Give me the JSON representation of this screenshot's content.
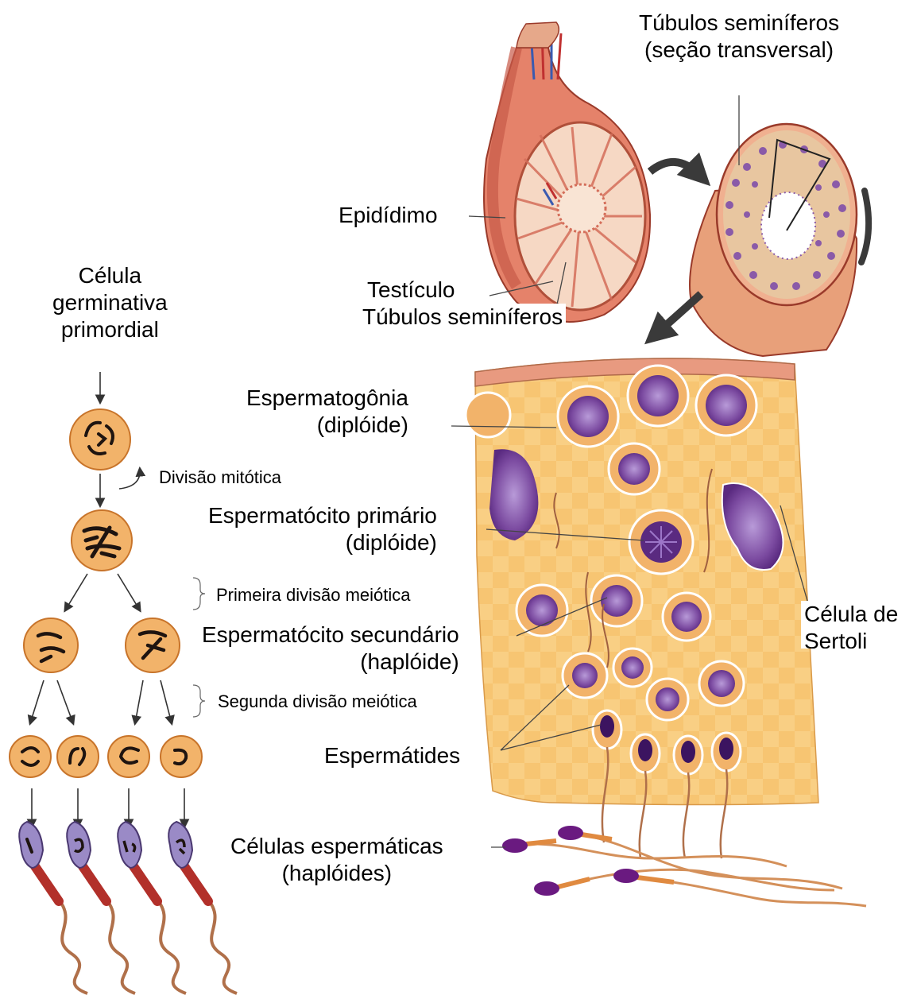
{
  "colors": {
    "cell_fill": "#f2b36a",
    "cell_edge": "#c8742a",
    "chromosome": "#1e1410",
    "nucleus": "#7b4aa0",
    "nucleus_dark": "#3c1460",
    "tissue": "#f7c572",
    "tissue_edge": "#d99a4a",
    "testis": "#e5826a",
    "tube": "#e8a07a",
    "arrow": "#333333",
    "tail": "#b0704a",
    "midpiece": "#b2302a",
    "sperm_head": "#9a8ac6",
    "line": "#444444"
  },
  "left_column": {
    "title_line1": "Célula",
    "title_line2": "germinativa",
    "title_line3": "primordial",
    "mitotic": "Divisão mitótica",
    "meiosis1": "Primeira divisão meiótica",
    "meiosis2": "Segunda divisão meiótica"
  },
  "labels": {
    "tubules_top_line1": "Túbulos seminíferos",
    "tubules_top_line2": "(seção transversal)",
    "epididymis": "Epidídimo",
    "testis": "Testículo",
    "tubules": "Túbulos seminíferos",
    "spermatogonia_line1": "Espermatogônia",
    "spermatogonia_line2": "(diplóide)",
    "primary_line1": "Espermatócito primário",
    "primary_line2": "(diplóide)",
    "secondary_line1": "Espermatócito secundário",
    "secondary_line2": "(haplóide)",
    "spermatids": "Espermátides",
    "sertoli_line1": "Célula de",
    "sertoli_line2": "Sertoli",
    "sperm_line1": "Células espermáticas",
    "sperm_line2": "(haplóides)"
  }
}
